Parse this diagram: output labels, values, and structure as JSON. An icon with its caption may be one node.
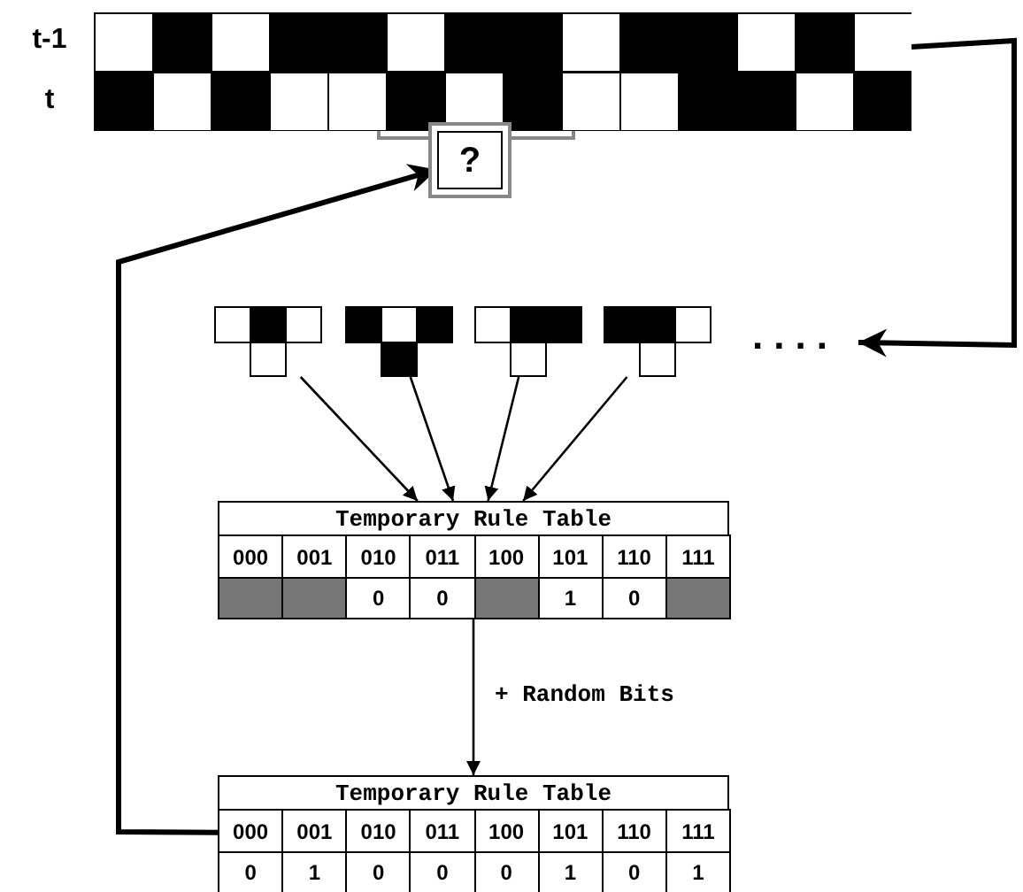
{
  "diagram": {
    "nodes": [
      {
        "text": [],
        "shape": "picture",
        "beside": [
          "t-1",
          "t"
        ]
      },
      {
        "text": [
          "?"
        ]
      },
      {
        "text": [],
        "shape": "picture"
      },
      {
        "text": [],
        "shape": "picture"
      },
      {
        "text": [],
        "shape": "picture"
      },
      {
        "text": [],
        "shape": "picture"
      },
      {
        "text": [
          "...."
        ]
      },
      {
        "text": [
          "Temporary Rule Table"
        ]
      },
      {
        "text": [
          "Temporary Rule Table"
        ]
      }
    ],
    "edges": [
      {
        "from": 0,
        "to": 6,
        "arrow": "to",
        "style": "thick"
      },
      {
        "from": 2,
        "to": 7,
        "arrow": "to"
      },
      {
        "from": 3,
        "to": 7,
        "arrow": "to"
      },
      {
        "from": 4,
        "to": 7,
        "arrow": "to"
      },
      {
        "from": 5,
        "to": 7,
        "arrow": "to"
      },
      {
        "from": 7,
        "to": 8,
        "arrow": "to",
        "label": "+ Random Bits"
      },
      {
        "from": 8,
        "to": 1,
        "arrow": "to",
        "style": "thick"
      }
    ],
    "labels": [
      "000",
      "001",
      "010",
      "011",
      "100",
      "101",
      "110",
      "111",
      "0",
      "0",
      "1",
      "0",
      "000",
      "001",
      "010",
      "011",
      "100",
      "101",
      "110",
      "111",
      "0",
      "1",
      "0",
      "0",
      "0",
      "1",
      "0",
      "1"
    ]
  }
}
